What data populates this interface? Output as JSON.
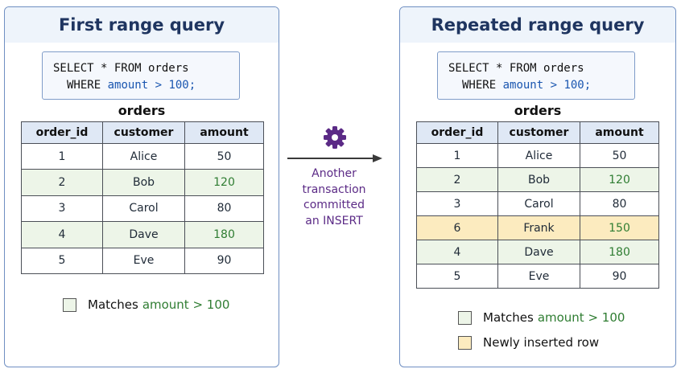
{
  "left_panel": {
    "title": "First range query",
    "sql": {
      "line1": "SELECT * FROM orders",
      "where_kw": "WHERE",
      "cond": "amount > 100;"
    },
    "table_caption": "orders",
    "columns": [
      "order_id",
      "customer",
      "amount"
    ],
    "rows": [
      {
        "order_id": "1",
        "customer": "Alice",
        "amount": "50",
        "highlight": "none"
      },
      {
        "order_id": "2",
        "customer": "Bob",
        "amount": "120",
        "highlight": "match"
      },
      {
        "order_id": "3",
        "customer": "Carol",
        "amount": "80",
        "highlight": "none"
      },
      {
        "order_id": "4",
        "customer": "Dave",
        "amount": "180",
        "highlight": "match"
      },
      {
        "order_id": "5",
        "customer": "Eve",
        "amount": "90",
        "highlight": "none"
      }
    ],
    "legend": {
      "text": "Matches",
      "keyword": "amount > 100"
    }
  },
  "middle": {
    "icon": "gear-icon",
    "lines": [
      "Another",
      "transaction",
      "committed",
      "an INSERT"
    ]
  },
  "right_panel": {
    "title": "Repeated range query",
    "sql": {
      "line1": "SELECT * FROM orders",
      "where_kw": "WHERE",
      "cond": "amount > 100;"
    },
    "table_caption": "orders",
    "columns": [
      "order_id",
      "customer",
      "amount"
    ],
    "rows": [
      {
        "order_id": "1",
        "customer": "Alice",
        "amount": "50",
        "highlight": "none"
      },
      {
        "order_id": "2",
        "customer": "Bob",
        "amount": "120",
        "highlight": "match"
      },
      {
        "order_id": "3",
        "customer": "Carol",
        "amount": "80",
        "highlight": "none"
      },
      {
        "order_id": "6",
        "customer": "Frank",
        "amount": "150",
        "highlight": "new"
      },
      {
        "order_id": "4",
        "customer": "Dave",
        "amount": "180",
        "highlight": "match"
      },
      {
        "order_id": "5",
        "customer": "Eve",
        "amount": "90",
        "highlight": "none"
      }
    ],
    "legend_match": {
      "text": "Matches",
      "keyword": "amount > 100"
    },
    "legend_new": {
      "text": "Newly inserted row"
    }
  },
  "colors": {
    "panel_border": "#6f8fc2",
    "header_bg": "#eef4fb",
    "match_bg": "#edf5e8",
    "new_bg": "#fcebbf",
    "green_text": "#2f7d32",
    "purple": "#5b2a86",
    "sql_keyword": "#1a56b0"
  }
}
